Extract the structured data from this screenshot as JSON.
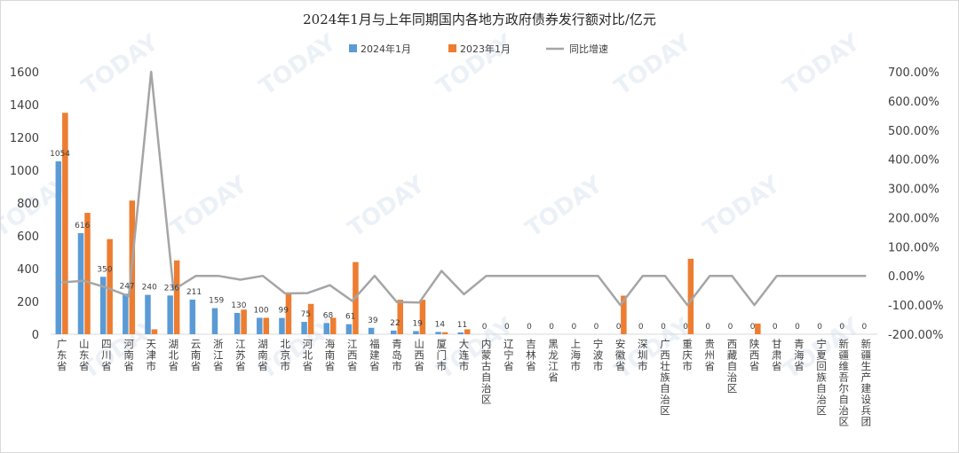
{
  "chart_data": {
    "type": "bar",
    "title": "2024年1月与上年同期国内各地方政府债券发行额对比/亿元",
    "categories": [
      "广东省",
      "山东省",
      "四川省",
      "河南省",
      "天津市",
      "湖北省",
      "云南省",
      "浙江省",
      "江苏省",
      "湖南省",
      "北京市",
      "河北省",
      "海南省",
      "江西省",
      "福建省",
      "青岛市",
      "山西省",
      "厦门市",
      "大连市",
      "内蒙古自治区",
      "辽宁省",
      "吉林省",
      "黑龙江省",
      "上海市",
      "宁波市",
      "安徽省",
      "深圳市",
      "广西壮族自治区",
      "重庆市",
      "贵州省",
      "西藏自治区",
      "陕西省",
      "甘肃省",
      "青海省",
      "宁夏回族自治区",
      "新疆维吾尔自治区",
      "新疆生产建设兵团"
    ],
    "series": [
      {
        "name": "2024年1月",
        "axis": "left",
        "color": "#5b9bd5",
        "values": [
          1054,
          616,
          350,
          247,
          240,
          236,
          211,
          159,
          130,
          100,
          99,
          75,
          68,
          61,
          39,
          22,
          19,
          14,
          11,
          0,
          0,
          0,
          0,
          0,
          0,
          0,
          0,
          0,
          0,
          0,
          0,
          0,
          0,
          0,
          0,
          0,
          0
        ]
      },
      {
        "name": "2023年1月",
        "axis": "left",
        "color": "#ed7d31",
        "values": [
          1350,
          740,
          580,
          815,
          30,
          450,
          0,
          0,
          150,
          100,
          245,
          185,
          100,
          440,
          0,
          210,
          210,
          12,
          30,
          0,
          0,
          0,
          0,
          0,
          0,
          235,
          0,
          0,
          460,
          0,
          0,
          65,
          0,
          0,
          0,
          0,
          0
        ]
      },
      {
        "name": "同比增速",
        "axis": "right",
        "type": "line",
        "color": "#a5a5a5",
        "values": [
          -22,
          -17,
          -40,
          -70,
          700,
          -48,
          0,
          0,
          -13,
          0,
          -60,
          -59,
          -32,
          -86,
          0,
          -90,
          -91,
          17,
          -63,
          0,
          0,
          0,
          0,
          0,
          0,
          -100,
          0,
          0,
          -100,
          0,
          0,
          -100,
          0,
          0,
          0,
          0,
          0
        ]
      }
    ],
    "data_labels": [
      "1054",
      "616",
      "350",
      "247",
      "240",
      "236",
      "211",
      "159",
      "130",
      "100",
      "99",
      "75",
      "68",
      "61",
      "39",
      "22",
      "19",
      "14",
      "11",
      "0",
      "0",
      "0",
      "0",
      "0",
      "0",
      "0",
      "0",
      "0",
      "0",
      "0",
      "0",
      "0",
      "0",
      "0",
      "0",
      "0",
      "0"
    ],
    "ylim_left": [
      0,
      1600
    ],
    "yticks_left": [
      "0",
      "200",
      "400",
      "600",
      "800",
      "1000",
      "1200",
      "1400",
      "1600"
    ],
    "ylim_right": [
      -200,
      700
    ],
    "yticks_right": [
      "-200.00%",
      "-100.00%",
      "0.00%",
      "100.00%",
      "200.00%",
      "300.00%",
      "400.00%",
      "500.00%",
      "600.00%",
      "700.00%"
    ],
    "legend_position": "top",
    "grid": false
  },
  "watermark": "TODAY"
}
